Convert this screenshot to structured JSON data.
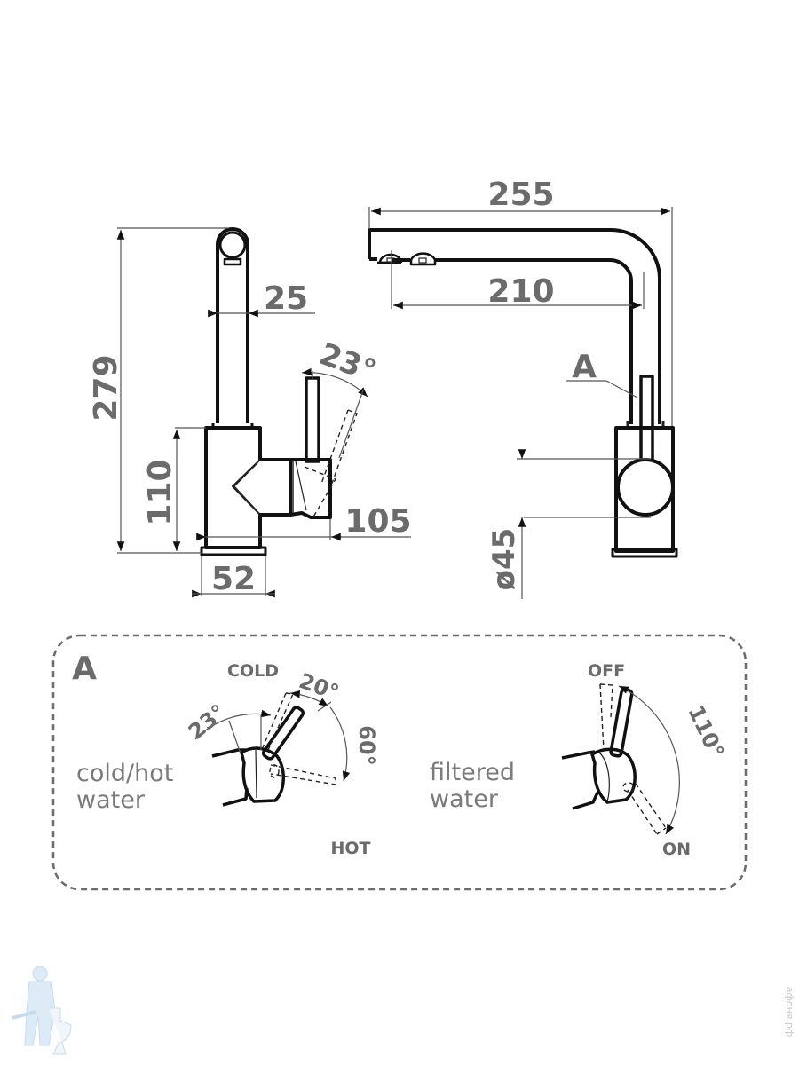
{
  "side_view": {
    "height_total": "279",
    "body_height": "110",
    "spout_width": "25",
    "base_width": "52",
    "handle_reach": "105",
    "handle_tilt": "23°"
  },
  "front_view": {
    "spout_reach": "255",
    "outlet_reach": "210",
    "detail_ref": "A",
    "body_diameter": "ø45"
  },
  "detail_a": {
    "title": "A",
    "mixer": {
      "caption_line1": "cold/hot",
      "caption_line2": "water",
      "cold_label": "COLD",
      "hot_label": "HOT",
      "angle_tilt": "23°",
      "angle_cold": "20°",
      "angle_hot": "60°"
    },
    "filter": {
      "caption_line1": "filtered",
      "caption_line2": "water",
      "off_label": "OFF",
      "on_label": "ON",
      "angle_range": "110°"
    }
  },
  "watermark": {
    "site": "афоня.рф",
    "mascot_icon": "plumber-mascot"
  },
  "colors": {
    "outline": "#111111",
    "dimension_text": "#6b6b6b",
    "mascot": "#cfe3f3"
  }
}
